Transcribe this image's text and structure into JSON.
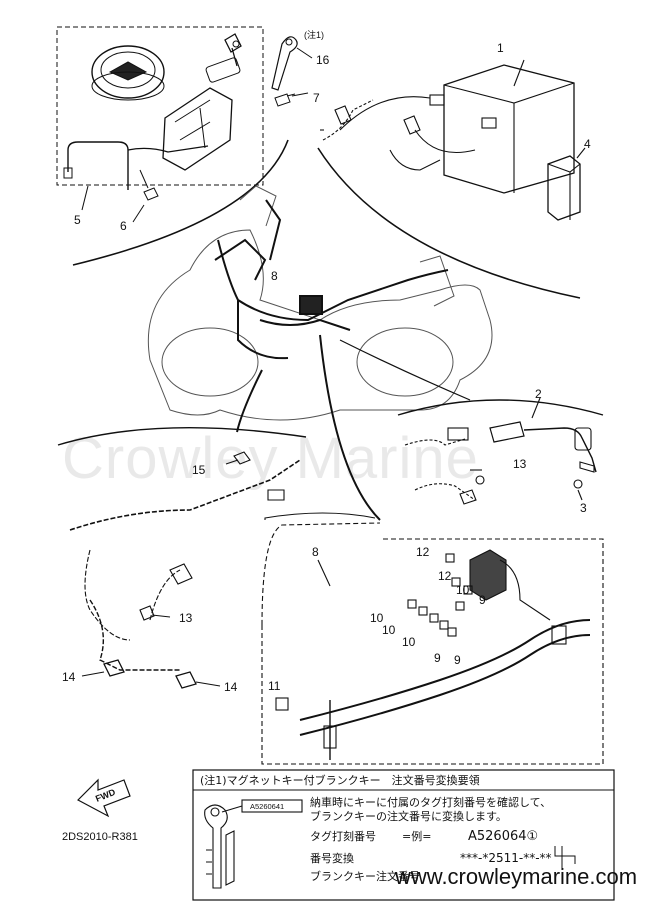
{
  "watermark": "Crowley Marine",
  "site_url": "www.crowleymarine.com",
  "diagram_code": "2DS2010-R381",
  "fwd_label": "FWD",
  "note_ref": "(注1)",
  "callouts": {
    "c1": "1",
    "c2": "2",
    "c3": "3",
    "c4": "4",
    "c5": "5",
    "c6": "6",
    "c7": "7",
    "c8a": "8",
    "c8b": "8",
    "c9a": "9",
    "c9b": "9",
    "c9c": "9",
    "c10a": "10",
    "c10b": "10",
    "c10c": "10",
    "c10d": "10",
    "c11": "11",
    "c12a": "12",
    "c12b": "12",
    "c13a": "13",
    "c13b": "13",
    "c14a": "14",
    "c14b": "14",
    "c15": "15",
    "c16": "16"
  },
  "note_box": {
    "title": "(注1)マグネットキー付ブランクキー　注文番号変換要領",
    "line1": "納車時にキーに付属のタグ打刻番号を確認して、",
    "line2": "ブランクキーの注文番号に変換します。",
    "tag_label": "タグ打刻番号",
    "example_label": "=例=",
    "example_value": "A526064①",
    "convert_label": "番号変換",
    "convert_value": "***-*2511-**-**",
    "blank_label": "ブランクキー注文番号",
    "key_tag": "A5260641"
  }
}
